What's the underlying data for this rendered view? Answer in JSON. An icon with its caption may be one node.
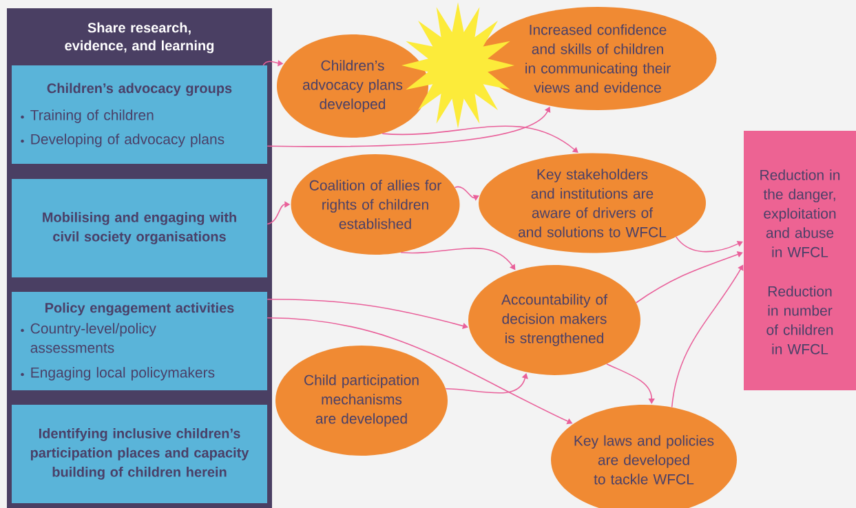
{
  "diagram": {
    "nodes": [
      {
        "text": [
          "Share research, evidence, and learning"
        ]
      },
      {
        "text": [
          "Children’s advocacy groups",
          "Training of children",
          "Developing of advocacy plans"
        ],
        "in": 0
      },
      {
        "text": [
          "Mobilising and engaging with civil society organisations"
        ],
        "in": 0
      },
      {
        "text": [
          "Policy engagement activities",
          "Country-level/policy assessments",
          "Engaging local policymakers"
        ],
        "in": 0
      },
      {
        "text": [
          "Identifying inclusive children’s participation places and capacity building of children herein"
        ],
        "in": 0
      },
      {
        "text": [
          "Children’s advocacy plans developed"
        ]
      },
      {
        "text": [
          "Increased confidence and skills of children in communicating their views and evidence"
        ]
      },
      {
        "text": [
          "Coalition of allies for rights of children established"
        ]
      },
      {
        "text": [
          "Key stakeholders and institutions are aware of drivers of and solutions to WFCL"
        ]
      },
      {
        "text": [
          "Accountability of decision makers is strengthened"
        ]
      },
      {
        "text": [
          "Child participation mechanisms are developed"
        ]
      },
      {
        "text": [
          "Key laws and policies are developed to tackle WFCL"
        ]
      },
      {
        "text": [
          "Reduction in the danger, exploitation and abuse in WFCL",
          "Reduction in number of children in WFCL"
        ]
      }
    ],
    "edges": [
      {
        "from": 1,
        "to": 5,
        "arrow": "to"
      },
      {
        "from": 1,
        "to": 6,
        "arrow": "to"
      },
      {
        "from": 5,
        "to": 8,
        "arrow": "to"
      },
      {
        "from": 2,
        "to": 7,
        "arrow": "to"
      },
      {
        "from": 7,
        "to": 8,
        "arrow": "to"
      },
      {
        "from": 7,
        "to": 9,
        "arrow": "to"
      },
      {
        "from": 3,
        "to": 9,
        "arrow": "to"
      },
      {
        "from": 3,
        "to": 11,
        "arrow": "to"
      },
      {
        "from": 10,
        "to": 9,
        "arrow": "to"
      },
      {
        "from": 9,
        "to": 11,
        "arrow": "to"
      },
      {
        "from": 8,
        "to": 12,
        "arrow": "to"
      },
      {
        "from": 9,
        "to": 12,
        "arrow": "to"
      },
      {
        "from": 11,
        "to": 12,
        "arrow": "to"
      }
    ]
  }
}
